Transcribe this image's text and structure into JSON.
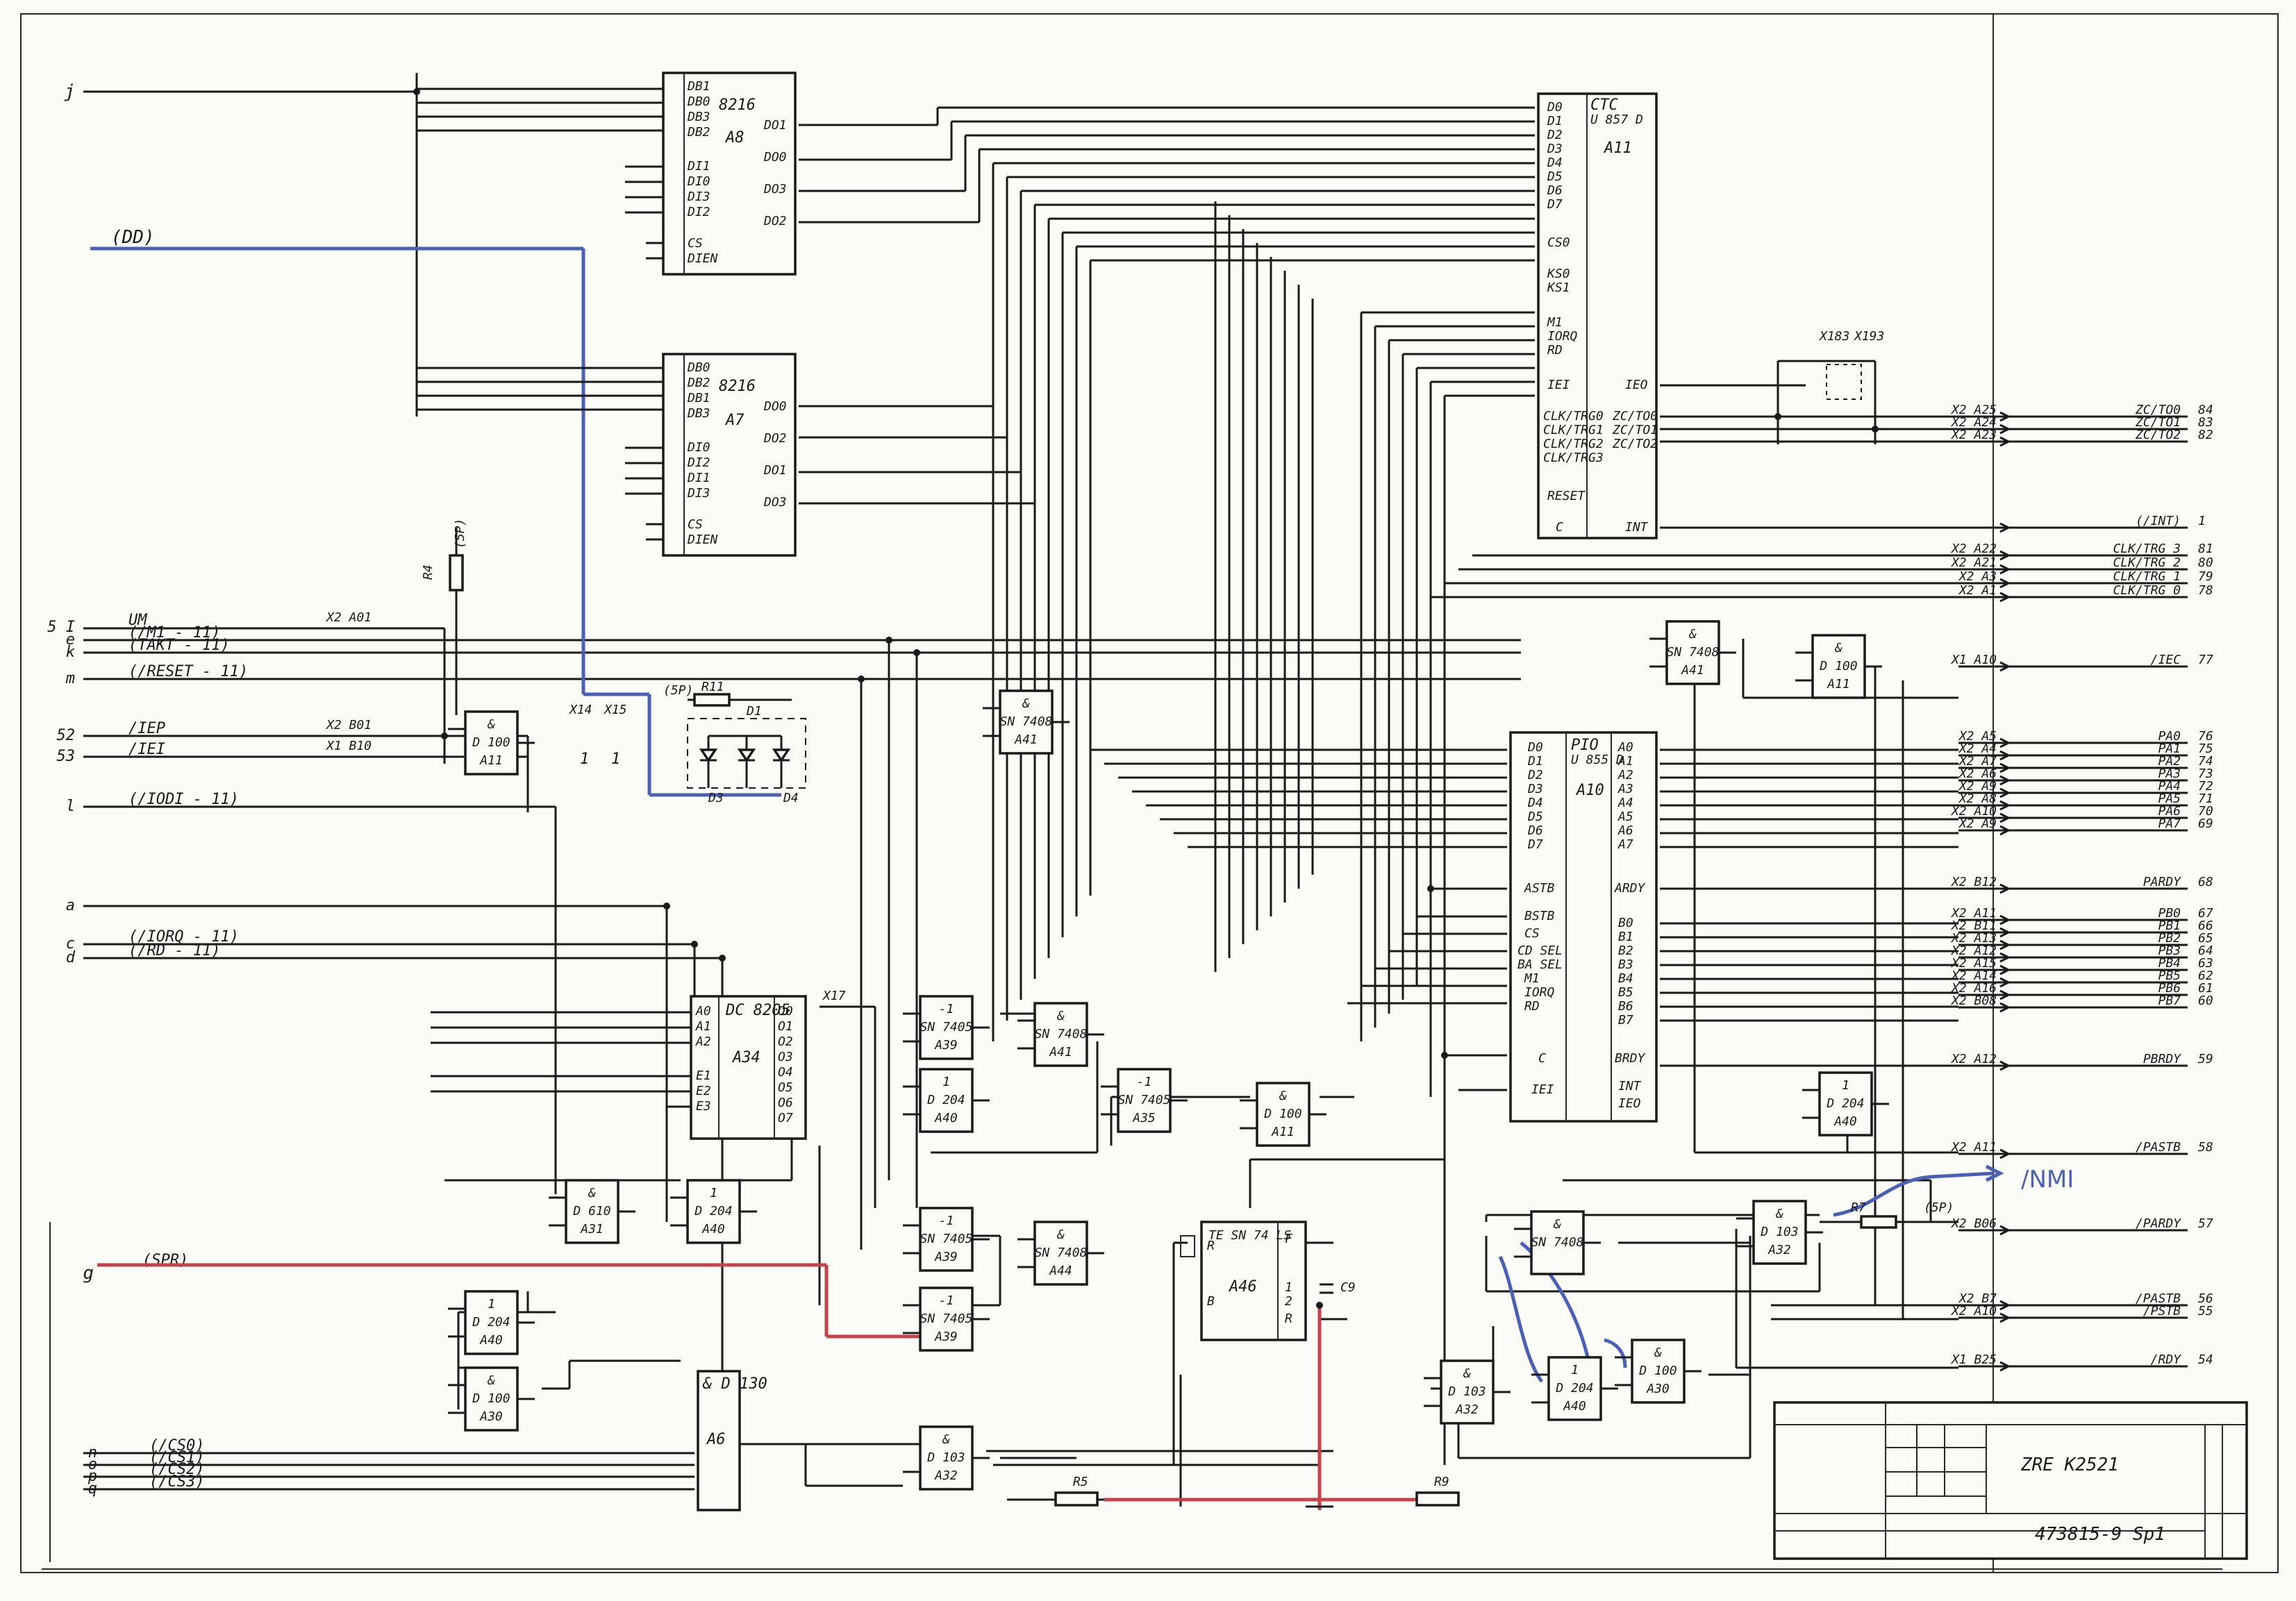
{
  "left_inputs": [
    {
      "letter": "j",
      "signal": ""
    },
    {
      "letter": "",
      "signal": "(DD)"
    },
    {
      "letter": "5 I",
      "signal": "UM"
    },
    {
      "letter": "e",
      "signal": "(/M1 - 11)"
    },
    {
      "letter": "k",
      "signal": "(TAKT - 11)"
    },
    {
      "letter": "m",
      "signal": "(/RESET - 11)"
    },
    {
      "letter": "52",
      "signal": "/IEP"
    },
    {
      "letter": "53",
      "signal": "/IEI"
    },
    {
      "letter": "l",
      "signal": "(/IODI - 11)"
    },
    {
      "letter": "a",
      "signal": ""
    },
    {
      "letter": "c",
      "signal": "(/IORQ - 11)"
    },
    {
      "letter": "d",
      "signal": "(/RD - 11)"
    },
    {
      "letter": "g",
      "signal": "(SPR)"
    },
    {
      "letter": "n",
      "signal": "(/CS0)"
    },
    {
      "letter": "o",
      "signal": "(/CS1)"
    },
    {
      "letter": "p",
      "signal": "(/CS2)"
    },
    {
      "letter": "q",
      "signal": "(/CS3)"
    }
  ],
  "chips": {
    "a8": {
      "type": "8216",
      "ref": "A8",
      "pins_left": [
        "DB1",
        "DB0",
        "DB3",
        "DB2",
        "DI1",
        "DI0",
        "DI3",
        "DI2",
        "CS",
        "DIEN"
      ],
      "pins_right": [
        "DO1",
        "DO0",
        "DO3",
        "DO2"
      ]
    },
    "a7": {
      "type": "8216",
      "ref": "A7",
      "pins_left": [
        "DB0",
        "DB2",
        "DB1",
        "DB3",
        "DI0",
        "DI2",
        "DI1",
        "DI3",
        "CS",
        "DIEN"
      ],
      "pins_right": [
        "DO0",
        "DO2",
        "DO1",
        "DO3"
      ]
    },
    "a11": {
      "type": "CTC",
      "sub": "U 857 D",
      "ref": "A11",
      "pins_left": [
        "D0",
        "D1",
        "D2",
        "D3",
        "D4",
        "D5",
        "D6",
        "D7",
        "CS0",
        "KS0",
        "KS1",
        "M1",
        "IORQ",
        "RD",
        "IEI",
        "CLK/TRG0",
        "CLK/TRG1",
        "CLK/TRG2",
        "CLK/TRG3",
        "RESET",
        "C"
      ],
      "pins_right": [
        "IEO",
        "ZC/TO0",
        "ZC/TO1",
        "ZC/TO2",
        "INT"
      ]
    },
    "a10": {
      "type": "PIO",
      "sub": "U 855 D",
      "ref": "A10",
      "pins_left": [
        "D0",
        "D1",
        "D2",
        "D3",
        "D4",
        "D5",
        "D6",
        "D7",
        "ASTB",
        "BSTB",
        "CS",
        "CD SEL",
        "BA SEL",
        "M1",
        "IORQ",
        "RD",
        "C",
        "IEI"
      ],
      "pins_right": [
        "A0",
        "A1",
        "A2",
        "A3",
        "A4",
        "A5",
        "A6",
        "A7",
        "ARDY",
        "B0",
        "B1",
        "B2",
        "B3",
        "B4",
        "B5",
        "B6",
        "B7",
        "BRDY",
        "INT",
        "IEO"
      ]
    },
    "a34": {
      "type": "DC 8205",
      "ref": "A34",
      "pins_left": [
        "A0",
        "A1",
        "A2",
        "E1",
        "E2",
        "E3"
      ],
      "pins_right": [
        "O0",
        "O1",
        "O2",
        "O3",
        "O4",
        "O5",
        "O6",
        "O7"
      ]
    },
    "a6": {
      "type": "& D 130",
      "ref": "A6"
    },
    "a46": {
      "type": "TE SN 74 LS",
      "ref": "A46",
      "pins": [
        "R",
        "B",
        "F",
        "1",
        "2",
        "R"
      ]
    }
  },
  "gates": [
    {
      "ref": "A11",
      "type": "& D 100",
      "symbol": "&"
    },
    {
      "ref": "A41",
      "type": "& SN 7408",
      "symbol": "&"
    },
    {
      "ref": "A39",
      "type": "-1 SN 7405",
      "symbol": "-1"
    },
    {
      "ref": "A40",
      "type": "1 D 204",
      "symbol": "1"
    },
    {
      "ref": "A41",
      "type": "& SN 7408",
      "symbol": "&"
    },
    {
      "ref": "A35",
      "type": "-1 SN 7405",
      "symbol": "-1"
    },
    {
      "ref": "A11",
      "type": "& D 100",
      "symbol": "&"
    },
    {
      "ref": "A31",
      "type": "& D 610",
      "symbol": "&"
    },
    {
      "ref": "A40",
      "type": "1 D 204",
      "symbol": "1"
    },
    {
      "ref": "A39",
      "type": "-1 SN 7405",
      "symbol": "-1"
    },
    {
      "ref": "A44",
      "type": "& SN 7408",
      "symbol": "&"
    },
    {
      "ref": "A39",
      "type": "-1 SN 7405",
      "symbol": "-1"
    },
    {
      "ref": "A40",
      "type": "1 D 204",
      "symbol": "1"
    },
    {
      "ref": "A30",
      "type": "& D 100",
      "symbol": "&"
    },
    {
      "ref": "A32",
      "type": "& D 103",
      "symbol": "&"
    },
    {
      "ref": "A41",
      "type": "& SN 7408",
      "symbol": "&"
    },
    {
      "ref": "A11",
      "type": "& D 100",
      "symbol": "&"
    },
    {
      "ref": "A40",
      "type": "1 D 204",
      "symbol": "1"
    },
    {
      "ref": "",
      "type": "& SN 7408",
      "symbol": "&"
    },
    {
      "ref": "A32",
      "type": "& D 103",
      "symbol": "&"
    },
    {
      "ref": "A32",
      "type": "& D 103",
      "symbol": "&"
    },
    {
      "ref": "A40",
      "type": "1 D 204",
      "symbol": "1"
    },
    {
      "ref": "A30",
      "type": "& D 100",
      "symbol": "&"
    }
  ],
  "right_outputs": [
    {
      "connector": "X2 A25",
      "signal": "ZC/TO0",
      "pin": "84"
    },
    {
      "connector": "X2 A24",
      "signal": "ZC/TO1",
      "pin": "83"
    },
    {
      "connector": "X2 A23",
      "signal": "ZC/TO2",
      "pin": "82"
    },
    {
      "connector": "",
      "signal": "(/INT)",
      "pin": "1"
    },
    {
      "connector": "X2 A22",
      "signal": "CLK/TRG 3",
      "pin": "81"
    },
    {
      "connector": "X2 A21",
      "signal": "CLK/TRG 2",
      "pin": "80"
    },
    {
      "connector": "X2 A3",
      "signal": "CLK/TRG 1",
      "pin": "79"
    },
    {
      "connector": "X2 A1",
      "signal": "CLK/TRG 0",
      "pin": "78"
    },
    {
      "connector": "X1 A10",
      "signal": "/IEC",
      "pin": "77"
    },
    {
      "connector": "X2 A5",
      "signal": "PA0",
      "pin": "76"
    },
    {
      "connector": "X2 A4",
      "signal": "PA1",
      "pin": "75"
    },
    {
      "connector": "X2 A7",
      "signal": "PA2",
      "pin": "74"
    },
    {
      "connector": "X2 A6",
      "signal": "PA3",
      "pin": "73"
    },
    {
      "connector": "X2 A9",
      "signal": "PA4",
      "pin": "72"
    },
    {
      "connector": "X2 A8",
      "signal": "PA5",
      "pin": "71"
    },
    {
      "connector": "X2 A10",
      "signal": "PA6",
      "pin": "70"
    },
    {
      "connector": "X2 A9",
      "signal": "PA7",
      "pin": "69"
    },
    {
      "connector": "X2 B12",
      "signal": "PARDY",
      "pin": "68"
    },
    {
      "connector": "X2 A11",
      "signal": "PB0",
      "pin": "67"
    },
    {
      "connector": "X2 B11",
      "signal": "PB1",
      "pin": "66"
    },
    {
      "connector": "X2 A13",
      "signal": "PB2",
      "pin": "65"
    },
    {
      "connector": "X2 A12",
      "signal": "PB3",
      "pin": "64"
    },
    {
      "connector": "X2 A15",
      "signal": "PB4",
      "pin": "63"
    },
    {
      "connector": "X2 A14",
      "signal": "PB5",
      "pin": "62"
    },
    {
      "connector": "X2 A16",
      "signal": "PB6",
      "pin": "61"
    },
    {
      "connector": "X2 B08",
      "signal": "PB7",
      "pin": "60"
    },
    {
      "connector": "X2 A12",
      "signal": "PBRDY",
      "pin": "59"
    },
    {
      "connector": "X2 A11",
      "signal": "/PASTB",
      "pin": "58"
    },
    {
      "connector": "X2 B06",
      "signal": "/PARDY",
      "pin": "57"
    },
    {
      "connector": "X2 B7",
      "signal": "/PASTB",
      "pin": "56"
    },
    {
      "connector": "X2 A10",
      "signal": "/PSTB",
      "pin": "55"
    },
    {
      "connector": "X1 B25",
      "signal": "/RDY",
      "pin": "54"
    }
  ],
  "components": {
    "r4": "R4",
    "r4_net": "(5P)",
    "r11": "R11",
    "r11_net": "(5P)",
    "r5": "R5",
    "r9": "R9",
    "r7": "R7",
    "r7_net": "(5P)",
    "c9": "C9",
    "x14": "X14",
    "x15": "X15",
    "x17": "X17",
    "x183": "X183",
    "x193": "X193",
    "diode_d1": "D1",
    "diode_d3": "D3",
    "diode_d4": "D4",
    "ref_x2_a01": "X2 A01",
    "ref_x2_b01": "X2 B01",
    "ref_x1_b10": "X1 B10"
  },
  "annotations": {
    "blue_handwritten": "/NMI",
    "title_block_name": "ZRE K2521",
    "title_block_drawing": "473815-9 Sp1"
  },
  "colors": {
    "ink": "#1a1a1a",
    "paper": "#fbfbf7",
    "blue_markup": "#4a5fb8",
    "red_markup": "#c8404a"
  }
}
